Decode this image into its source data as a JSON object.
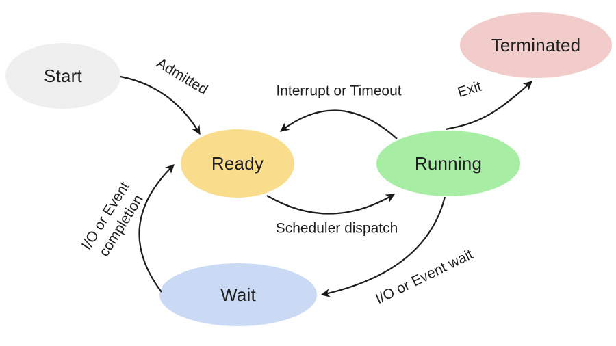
{
  "canvas": {
    "background": "#ffffff",
    "arrow_color": "#1c1c1c",
    "text_color": "#1f1f1f"
  },
  "nodes": {
    "start": {
      "label": "Start",
      "fill": "#efefef"
    },
    "ready": {
      "label": "Ready",
      "fill": "#fadc8d"
    },
    "running": {
      "label": "Running",
      "fill": "#a7eda4"
    },
    "terminated": {
      "label": "Terminated",
      "fill": "#f1cccb"
    },
    "wait": {
      "label": "Wait",
      "fill": "#cadaf5"
    }
  },
  "edges": {
    "admitted": {
      "label": "Admitted",
      "from": "start",
      "to": "ready"
    },
    "interrupt_or_timeout": {
      "label": "Interrupt or Timeout",
      "from": "running",
      "to": "ready"
    },
    "scheduler_dispatch": {
      "label": "Scheduler dispatch",
      "from": "ready",
      "to": "running"
    },
    "exit": {
      "label": "Exit",
      "from": "running",
      "to": "terminated"
    },
    "io_or_event_wait": {
      "label": "I/O or Event wait",
      "from": "running",
      "to": "wait"
    },
    "io_or_event_completion": {
      "label_line1": "I/O or Event",
      "label_line2": "completion",
      "from": "wait",
      "to": "ready"
    }
  }
}
